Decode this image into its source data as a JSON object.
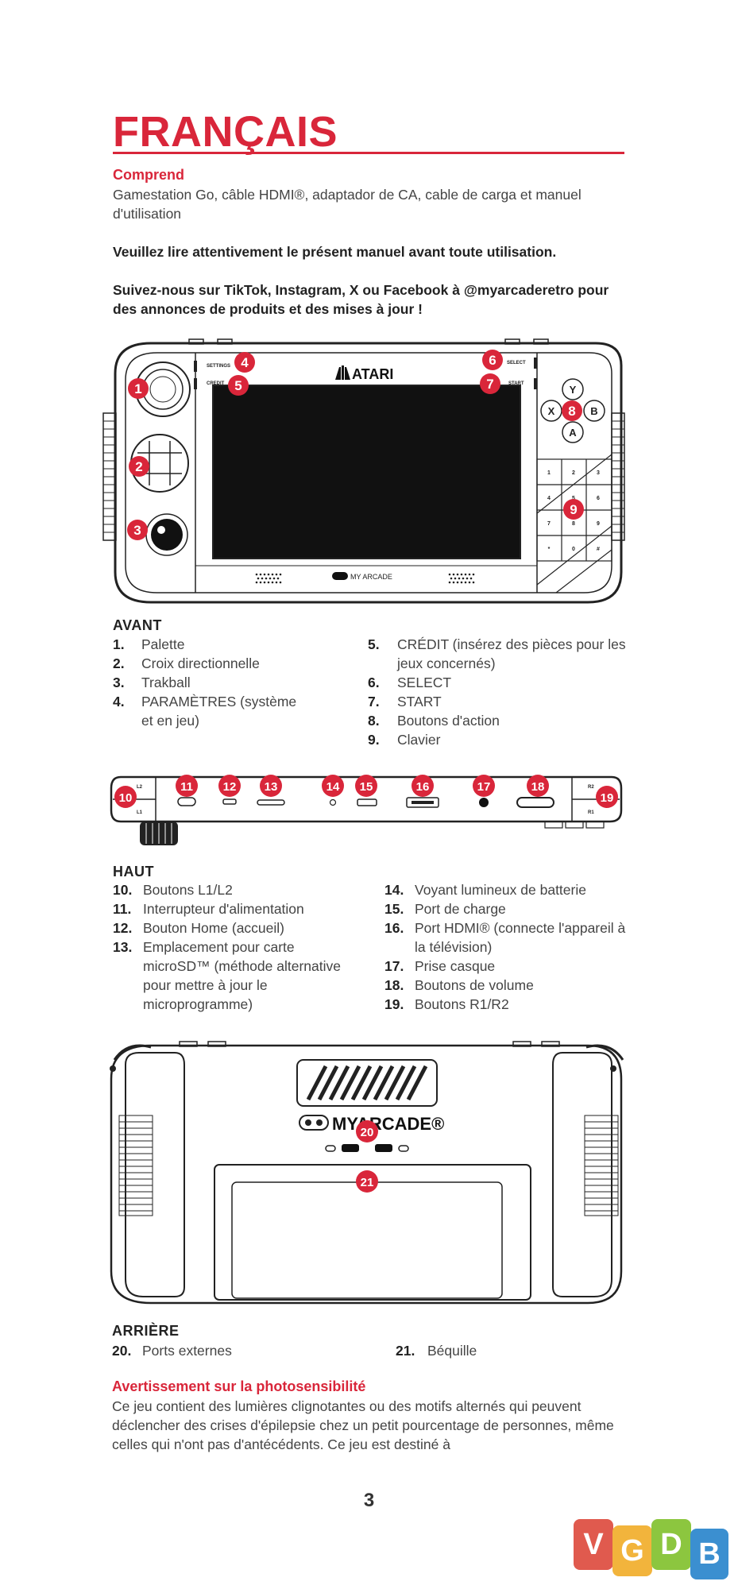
{
  "title": "FRANÇAIS",
  "includes": {
    "heading": "Comprend",
    "text": "Gamestation Go, câble HDMI®, adaptador de CA, cable de carga et manuel d'utilisation"
  },
  "notice1": "Veuillez lire attentivement le présent manuel avant toute utilisation.",
  "notice2": "Suivez-nous sur TikTok, Instagram, X ou Facebook à @myarcaderetro pour des annonces de produits et des mises à jour !",
  "front_diagram": {
    "brand": "ATARI",
    "footer_brand": "MY ARCADE",
    "labels": {
      "settings": "SETTINGS",
      "credit": "CREDIT",
      "select": "SELECT",
      "start": "START"
    },
    "face_buttons": [
      "Y",
      "X",
      "B",
      "A"
    ],
    "keypad": [
      "1",
      "2",
      "3",
      "4",
      "5",
      "6",
      "7",
      "8",
      "9",
      "*",
      "0",
      "#"
    ],
    "badges": [
      "1",
      "2",
      "3",
      "4",
      "5",
      "6",
      "7",
      "8",
      "9"
    ]
  },
  "front": {
    "heading": "AVANT",
    "left_items": [
      {
        "num": "1.",
        "text": "Palette"
      },
      {
        "num": "2.",
        "text": "Croix directionnelle"
      },
      {
        "num": "3.",
        "text": "Trakball"
      },
      {
        "num": "4.",
        "text": "PARAMÈTRES (système et en jeu)"
      }
    ],
    "right_items": [
      {
        "num": "5.",
        "text": "CRÉDIT (insérez des pièces pour les jeux concernés)"
      },
      {
        "num": "6.",
        "text": "SELECT"
      },
      {
        "num": "7.",
        "text": "START"
      },
      {
        "num": "8.",
        "text": "Boutons d'action"
      },
      {
        "num": "9.",
        "text": "Clavier"
      }
    ]
  },
  "top_diagram": {
    "labels": {
      "l2": "L2",
      "l1": "L1",
      "r2": "R2",
      "r1": "R1"
    },
    "badges": [
      "10",
      "11",
      "12",
      "13",
      "14",
      "15",
      "16",
      "17",
      "18",
      "19"
    ]
  },
  "top": {
    "heading": "HAUT",
    "left_items": [
      {
        "num": "10.",
        "text": "Boutons L1/L2"
      },
      {
        "num": "11.",
        "text": "Interrupteur d'alimentation"
      },
      {
        "num": "12.",
        "text": "Bouton Home (accueil)"
      },
      {
        "num": "13.",
        "text": "Emplacement pour carte microSD™ (méthode alternative pour mettre à jour le microprogramme)"
      }
    ],
    "right_items": [
      {
        "num": "14.",
        "text": "Voyant lumineux de batterie"
      },
      {
        "num": "15.",
        "text": "Port de charge"
      },
      {
        "num": "16.",
        "text": "Port HDMI® (connecte l'appareil à la télévision)"
      },
      {
        "num": "17.",
        "text": "Prise casque"
      },
      {
        "num": "18.",
        "text": "Boutons de volume"
      },
      {
        "num": "19.",
        "text": "Boutons R1/R2"
      }
    ]
  },
  "back_diagram": {
    "brand": "MYARCADE®",
    "badges": [
      "20",
      "21"
    ]
  },
  "back": {
    "heading": "ARRIÈRE",
    "left_items": [
      {
        "num": "20.",
        "text": "Ports externes"
      }
    ],
    "right_items": [
      {
        "num": "21.",
        "text": "Béquille"
      }
    ]
  },
  "warning": {
    "heading": "Avertissement sur la photosensibilité",
    "text": "Ce jeu contient des lumières clignotantes ou des motifs alternés qui peuvent déclencher des crises d'épilepsie chez un petit pourcentage de personnes, même celles qui n'ont pas d'antécédents. Ce jeu est destiné à"
  },
  "page_number": "3",
  "watermark": {
    "letters": [
      "V",
      "G",
      "D",
      "B"
    ],
    "colors": [
      "#e05a4e",
      "#f2b43c",
      "#8cc63f",
      "#3b8fd0"
    ]
  }
}
